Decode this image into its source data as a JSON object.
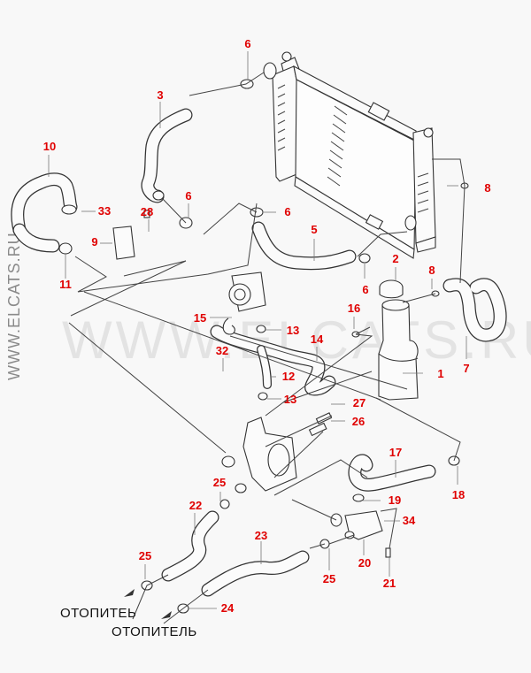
{
  "diagram": {
    "title": "Engine cooling system - radiator, hoses, surge tank",
    "watermark_side": "WWW.ELCATS.RU",
    "watermark_center": "WWW.ELCATS.RU",
    "accent_color": "#e00000",
    "destinations": [
      "ОТОПИТЕЬ",
      "ОТОПИТЕЛЬ"
    ],
    "callouts": [
      {
        "id": "c6a",
        "label": "6"
      },
      {
        "id": "c3",
        "label": "3"
      },
      {
        "id": "c10",
        "label": "10"
      },
      {
        "id": "c33",
        "label": "33"
      },
      {
        "id": "c28",
        "label": "28"
      },
      {
        "id": "c6b",
        "label": "6"
      },
      {
        "id": "c6c",
        "label": "6"
      },
      {
        "id": "c8a",
        "label": "8"
      },
      {
        "id": "c9",
        "label": "9"
      },
      {
        "id": "c5",
        "label": "5"
      },
      {
        "id": "c11",
        "label": "11"
      },
      {
        "id": "c2",
        "label": "2"
      },
      {
        "id": "c8b",
        "label": "8"
      },
      {
        "id": "c6d",
        "label": "6"
      },
      {
        "id": "c15",
        "label": "15"
      },
      {
        "id": "c16",
        "label": "16"
      },
      {
        "id": "c13a",
        "label": "13"
      },
      {
        "id": "c14",
        "label": "14"
      },
      {
        "id": "c32",
        "label": "32"
      },
      {
        "id": "c1",
        "label": "1"
      },
      {
        "id": "c7",
        "label": "7"
      },
      {
        "id": "c12",
        "label": "12"
      },
      {
        "id": "c13b",
        "label": "13"
      },
      {
        "id": "c27",
        "label": "27"
      },
      {
        "id": "c26",
        "label": "26"
      },
      {
        "id": "c17",
        "label": "17"
      },
      {
        "id": "c25a",
        "label": "25"
      },
      {
        "id": "c18",
        "label": "18"
      },
      {
        "id": "c22",
        "label": "22"
      },
      {
        "id": "c19",
        "label": "19"
      },
      {
        "id": "c34",
        "label": "34"
      },
      {
        "id": "c23",
        "label": "23"
      },
      {
        "id": "c20",
        "label": "20"
      },
      {
        "id": "c25b",
        "label": "25"
      },
      {
        "id": "c25c",
        "label": "25"
      },
      {
        "id": "c21",
        "label": "21"
      },
      {
        "id": "c24",
        "label": "24"
      }
    ]
  }
}
